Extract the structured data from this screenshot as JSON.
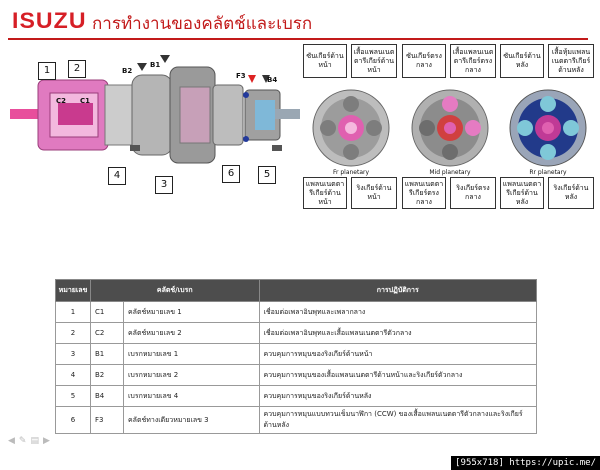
{
  "header": {
    "logo": "ISUZU",
    "title": "การทำงานของคลัตช์และเบรก"
  },
  "colors": {
    "brand": "#d61f26",
    "table_header": "#4d4d4d",
    "magenta": "#e040a0"
  },
  "diagram": {
    "callouts": [
      {
        "label": "2"
      },
      {
        "label": "1"
      },
      {
        "label": "4"
      },
      {
        "label": "3"
      },
      {
        "label": "6"
      },
      {
        "label": "5"
      }
    ],
    "part_labels": [
      "C2",
      "C1",
      "B2",
      "B1",
      "F3",
      "B4"
    ]
  },
  "planetary": [
    {
      "name": "Fr planetary",
      "top_left": "ซันเกียร์ด้านหน้า",
      "top_right": "เสื้อแพลนเนตตารีเกียร์ด้านหน้า",
      "bottom_left": "แพลนเนตตารีเกียร์ด้านหน้า",
      "bottom_right": "ริงเกียร์ด้านหน้า"
    },
    {
      "name": "Mid planetary",
      "top_left": "ซันเกียร์ตรงกลาง",
      "top_right": "เสื้อแพลนเนตตารีเกียร์ตรงกลาง",
      "bottom_left": "แพลนเนตตารีเกียร์ตรงกลาง",
      "bottom_right": "ริงเกียร์ตรงกลาง"
    },
    {
      "name": "Rr planetary",
      "top_left": "ซันเกียร์ด้านหลัง",
      "top_right": "เสื้อหุ้มแพลนเนตตารีเกียร์ด้านหลัง",
      "bottom_left": "แพลนเนตตารีเกียร์ด้านหลัง",
      "bottom_right": "ริงเกียร์ด้านหลัง"
    }
  ],
  "table": {
    "headers": [
      "หมายเลข",
      "คลัตช์/เบรก",
      "การปฏิบัติการ"
    ],
    "rows": [
      {
        "no": "1",
        "code": "C1",
        "name": "คลัตช์หมายเลข 1",
        "op": "เชื่อมต่อเพลาอินพุทและเพลากลาง"
      },
      {
        "no": "2",
        "code": "C2",
        "name": "คลัตช์หมายเลข 2",
        "op": "เชื่อมต่อเพลาอินพุทและเสื้อแพลนเนตตารีตัวกลาง"
      },
      {
        "no": "3",
        "code": "B1",
        "name": "เบรกหมายเลข 1",
        "op": "ควบคุมการหมุนของริงเกียร์ด้านหน้า"
      },
      {
        "no": "4",
        "code": "B2",
        "name": "เบรกหมายเลข 2",
        "op": "ควบคุมการหมุนของเสื้อแพลนเนตตารีด้านหน้าและริงเกียร์ตัวกลาง"
      },
      {
        "no": "5",
        "code": "B4",
        "name": "เบรกหมายเลข 4",
        "op": "ควบคุมการหมุนของริงเกียร์ด้านหลัง"
      },
      {
        "no": "6",
        "code": "F3",
        "name": "คลัตช์ทางเดียวหมายเลข 3",
        "op": "ควบคุมการหมุนแบบทวนเข็มนาฬิกา (CCW) ของเสื้อแพลนเนตตารีตัวกลางและริงเกียร์ด้านหลัง"
      }
    ]
  },
  "watermark": "[955x718] https://upic.me/"
}
